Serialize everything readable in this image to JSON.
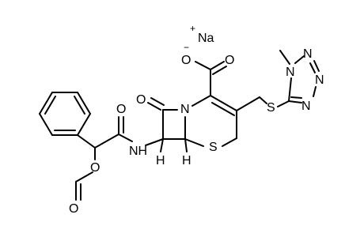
{
  "atoms": {
    "sodium": "Na",
    "sodium_charge": "+",
    "carboxylate_o_single": "O",
    "carboxylate_charge": "−",
    "carboxylate_o_double": "O",
    "lactam_o": "O",
    "ring_n": "N",
    "ring_s": "S",
    "thioether_s": "S",
    "amide_nh": "NH",
    "amide_o": "O",
    "ester_o": "O",
    "formyl_o": "O",
    "h_c7": "H",
    "h_c6": "H",
    "tz_n1": "N",
    "tz_n2": "N",
    "tz_n3": "N",
    "tz_n4": "N"
  },
  "colors": {
    "ink": "#000000",
    "background": "#ffffff"
  }
}
